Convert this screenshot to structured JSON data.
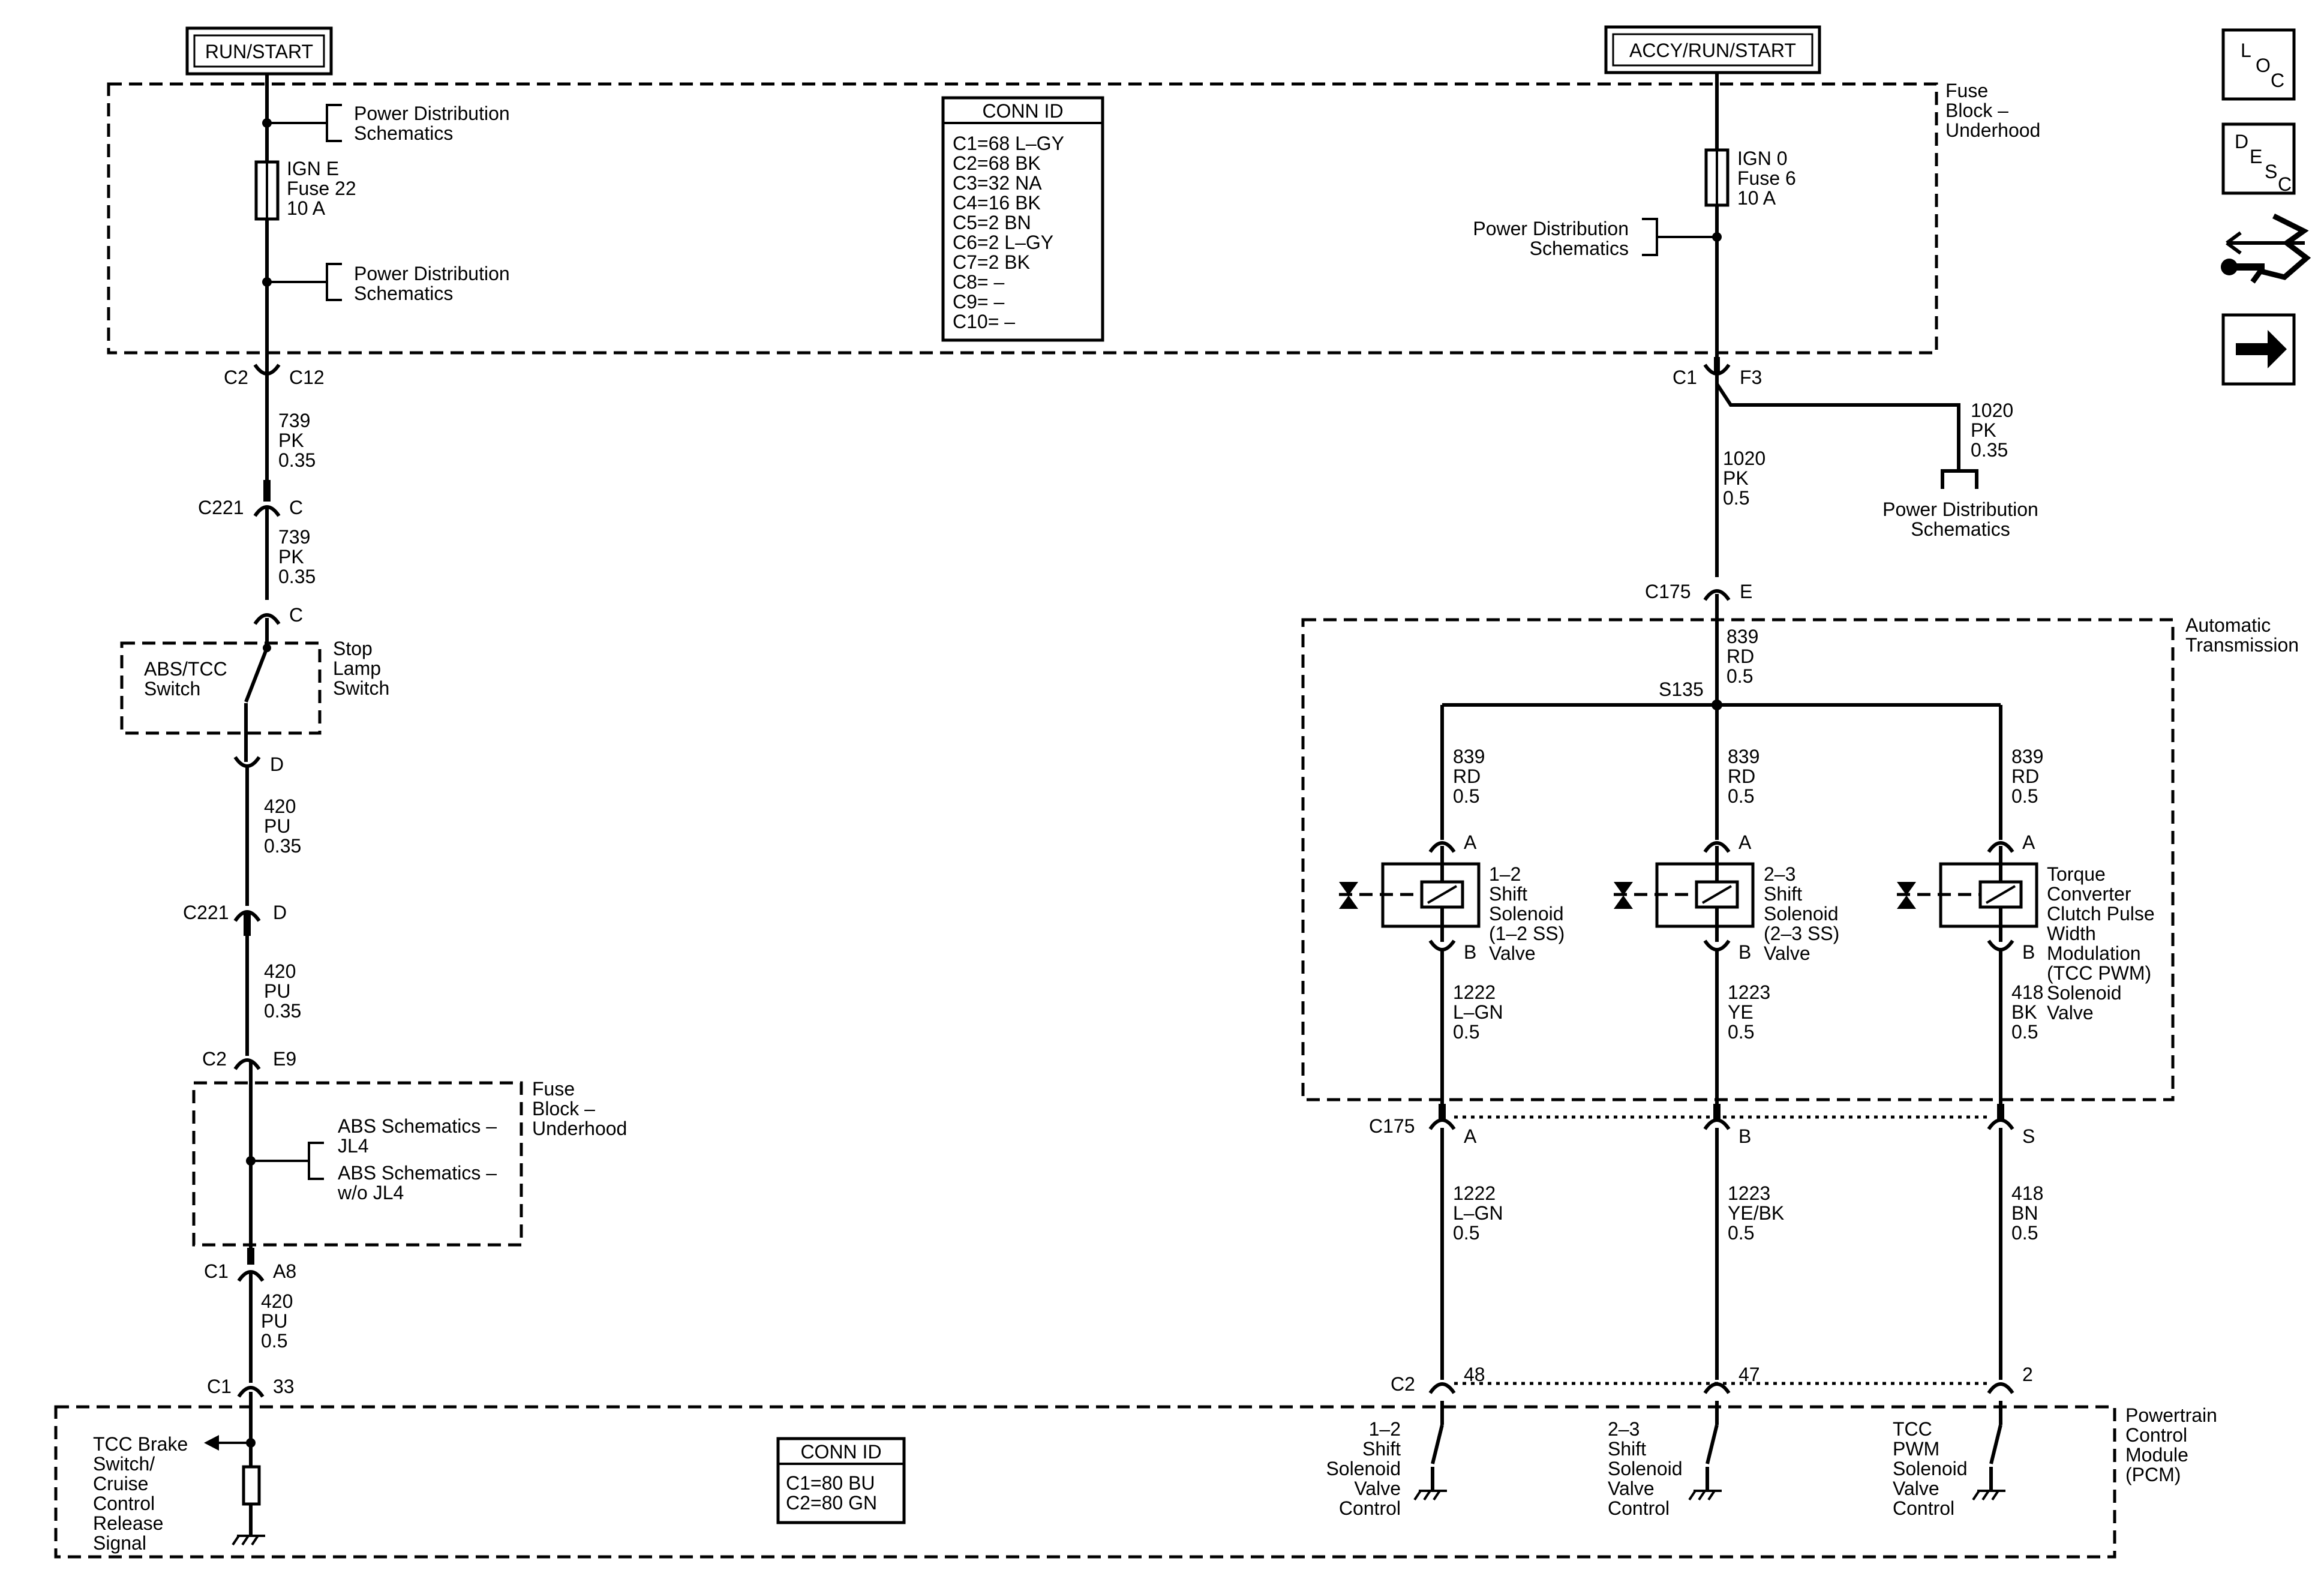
{
  "power_sources": {
    "left": "RUN/START",
    "right": "ACCY/RUN/START"
  },
  "nav_icons": {
    "loc_l": "L",
    "loc_o": "O",
    "loc_c": "C",
    "desc_d": "D",
    "desc_e": "E",
    "desc_s": "S",
    "desc_c": "C",
    "icons": [
      "loc-icon",
      "desc-icon",
      "diagnostic-icon",
      "next-arrow-icon"
    ]
  },
  "conn_id_top": {
    "title": "CONN ID",
    "lines": [
      "C1=68 L–GY",
      "C2=68 BK",
      "C3=32 NA",
      "C4=16 BK",
      "C5=2 BN",
      "C6=2 L–GY",
      "C7=2 BK",
      "C8= –",
      "C9= –",
      "C10= –"
    ]
  },
  "conn_id_bottom": {
    "title": "CONN ID",
    "lines": [
      "C1=80 BU",
      "C2=80 GN"
    ]
  },
  "fuse_block_top": {
    "name": [
      "Fuse",
      "Block –",
      "Underhood"
    ],
    "left_fuse": [
      "IGN E",
      "Fuse 22",
      "10 A"
    ],
    "right_fuse": [
      "IGN 0",
      "Fuse 6",
      "10 A"
    ],
    "pd1": [
      "Power Distribution",
      "Schematics"
    ],
    "pd2": [
      "Power Distribution",
      "Schematics"
    ],
    "pd3": [
      "Power Distribution",
      "Schematics"
    ]
  },
  "left_circuit": {
    "c2": "C2",
    "c12": "C12",
    "wire1": [
      "739",
      "PK",
      "0.35"
    ],
    "c221a": "C221",
    "c221a_pin": "C",
    "wire2": [
      "739",
      "PK",
      "0.35"
    ],
    "switch_pin_top": "C",
    "switch_box": [
      "ABS/TCC",
      "Switch"
    ],
    "switch_name": [
      "Stop",
      "Lamp",
      "Switch"
    ],
    "switch_pin_bottom": "D",
    "wire3": [
      "420",
      "PU",
      "0.35"
    ],
    "c221b": "C221",
    "c221b_pin": "D",
    "wire4": [
      "420",
      "PU",
      "0.35"
    ],
    "c2b": "C2",
    "e9": "E9",
    "fuse_block_lower": [
      "Fuse",
      "Block –",
      "Underhood"
    ],
    "abs1": [
      "ABS Schematics –",
      "JL4"
    ],
    "abs2": [
      "ABS Schematics –",
      "w/o JL4"
    ],
    "c1": "C1",
    "a8": "A8",
    "wire5": [
      "420",
      "PU",
      "0.5"
    ],
    "c1b": "C1",
    "pin33": "33",
    "pcm_signal": [
      "TCC Brake",
      "Switch/",
      "Cruise",
      "Control",
      "Release",
      "Signal"
    ]
  },
  "right_circuit": {
    "c1": "C1",
    "f3": "F3",
    "wire_down": [
      "1020",
      "PK",
      "0.5"
    ],
    "wire_branch": [
      "1020",
      "PK",
      "0.35"
    ],
    "pd_branch": [
      "Power Distribution",
      "Schematics"
    ],
    "c175": "C175",
    "pin_e": "E",
    "auto_trans": [
      "Automatic",
      "Transmission"
    ],
    "wire_839_main": [
      "839",
      "RD",
      "0.5"
    ],
    "splice": "S135",
    "c175b": "C175",
    "c2": "C2"
  },
  "solenoids": [
    {
      "feed": [
        "839",
        "RD",
        "0.5"
      ],
      "pin_a": "A",
      "pin_b": "B",
      "name": [
        "1–2",
        "Shift",
        "Solenoid",
        "(1–2 SS)",
        "Valve"
      ],
      "wire_out": [
        "1222",
        "L–GN",
        "0.5"
      ],
      "c175_pin": "A",
      "wire_pcm": [
        "1222",
        "L–GN",
        "0.5"
      ],
      "pcm_pin": "48",
      "pcm_label": [
        "1–2",
        "Shift",
        "Solenoid",
        "Valve",
        "Control"
      ]
    },
    {
      "feed": [
        "839",
        "RD",
        "0.5"
      ],
      "pin_a": "A",
      "pin_b": "B",
      "name": [
        "2–3",
        "Shift",
        "Solenoid",
        "(2–3 SS)",
        "Valve"
      ],
      "wire_out": [
        "1223",
        "YE",
        "0.5"
      ],
      "c175_pin": "B",
      "wire_pcm": [
        "1223",
        "YE/BK",
        "0.5"
      ],
      "pcm_pin": "47",
      "pcm_label": [
        "2–3",
        "Shift",
        "Solenoid",
        "Valve",
        "Control"
      ]
    },
    {
      "feed": [
        "839",
        "RD",
        "0.5"
      ],
      "pin_a": "A",
      "pin_b": "B",
      "name": [
        "Torque",
        "Converter",
        "Clutch Pulse",
        "Width",
        "Modulation",
        "(TCC PWM)",
        "Solenoid",
        "Valve"
      ],
      "wire_out": [
        "418",
        "BK",
        "0.5"
      ],
      "c175_pin": "S",
      "wire_pcm": [
        "418",
        "BN",
        "0.5"
      ],
      "pcm_pin": "2",
      "pcm_label": [
        "TCC",
        "PWM",
        "Solenoid",
        "Valve",
        "Control"
      ]
    }
  ],
  "pcm": {
    "name": [
      "Powertrain",
      "Control",
      "Module",
      "(PCM)"
    ]
  }
}
